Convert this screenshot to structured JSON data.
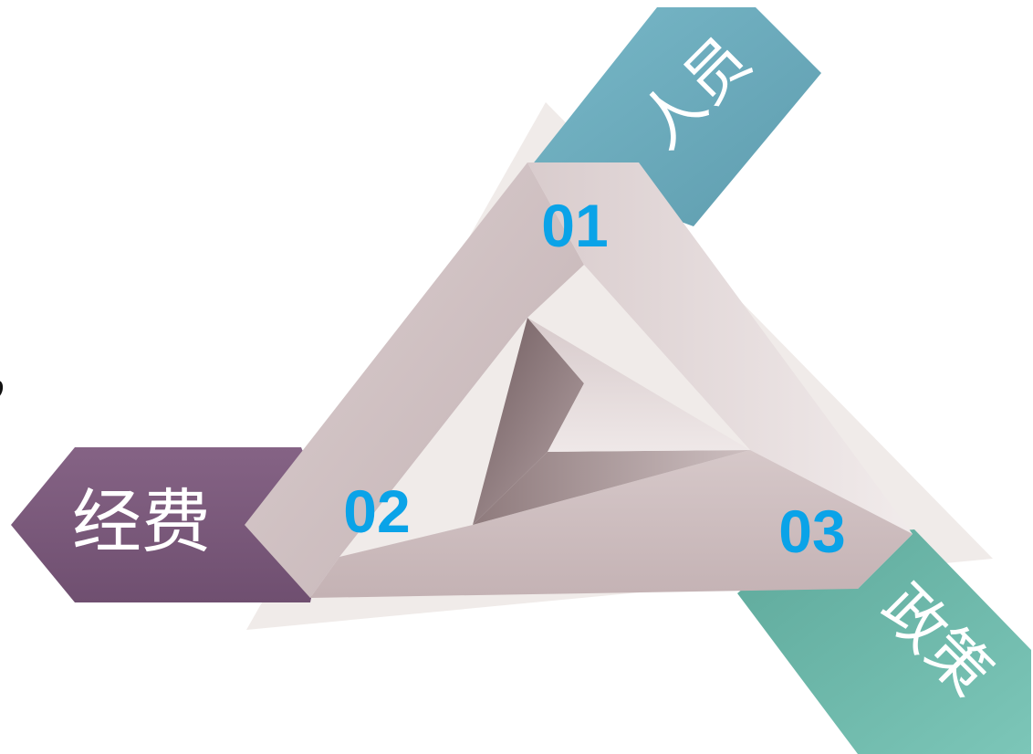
{
  "diagram": {
    "items": [
      {
        "number": "01",
        "label": "人员"
      },
      {
        "number": "02",
        "label": "经费"
      },
      {
        "number": "03",
        "label": "政策"
      }
    ],
    "stray_mark": "，"
  },
  "colors": {
    "number": "#0aa3e8",
    "band_personnel": "#6aaebf",
    "band_funding": "#7b5a7c",
    "band_policy": "#6fbcae",
    "triangle_light": "#ece2e2",
    "triangle_mid": "#cdbcbd",
    "triangle_dark": "#8e7a7c",
    "shadow": "#ece6e4"
  }
}
